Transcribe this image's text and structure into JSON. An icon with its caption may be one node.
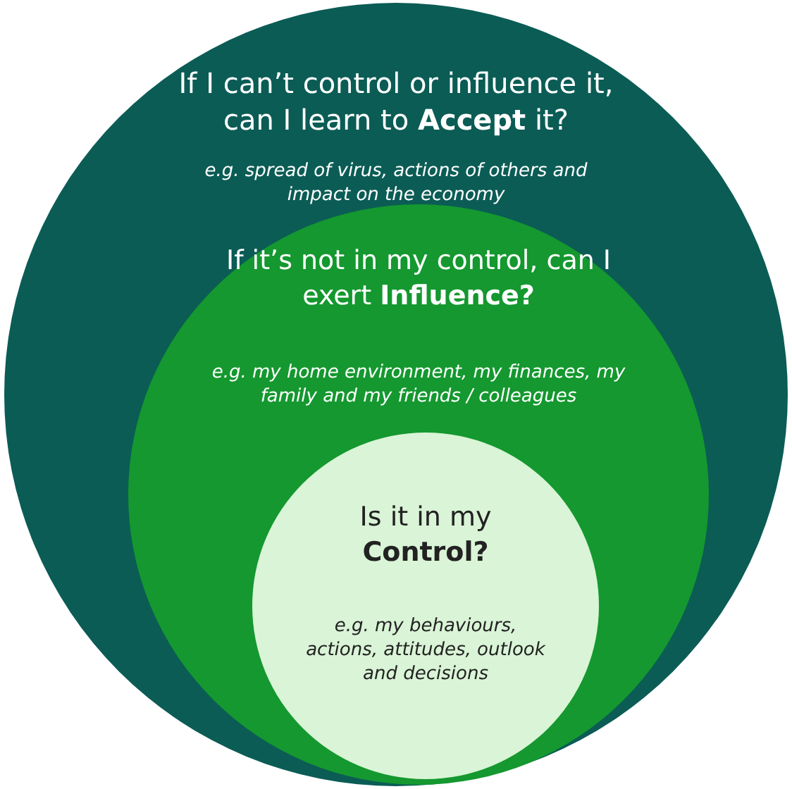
{
  "diagram": {
    "nodes": [
      {
        "text": [
          "If I can’t control or influence it, can I learn to **Accept** it?",
          "e.g. spread of virus, actions of others and impact on the economy"
        ]
      },
      {
        "text": [
          "If it’s not in my control, can I exert **Influence?**",
          "e.g. my home environment, my finances, my family and my friends / colleagues"
        ],
        "in": 0
      },
      {
        "text": [
          "Is it in my **Control?**",
          "e.g. my behaviours, actions, attitudes, outlook and decisions"
        ],
        "in": 1
      }
    ]
  }
}
